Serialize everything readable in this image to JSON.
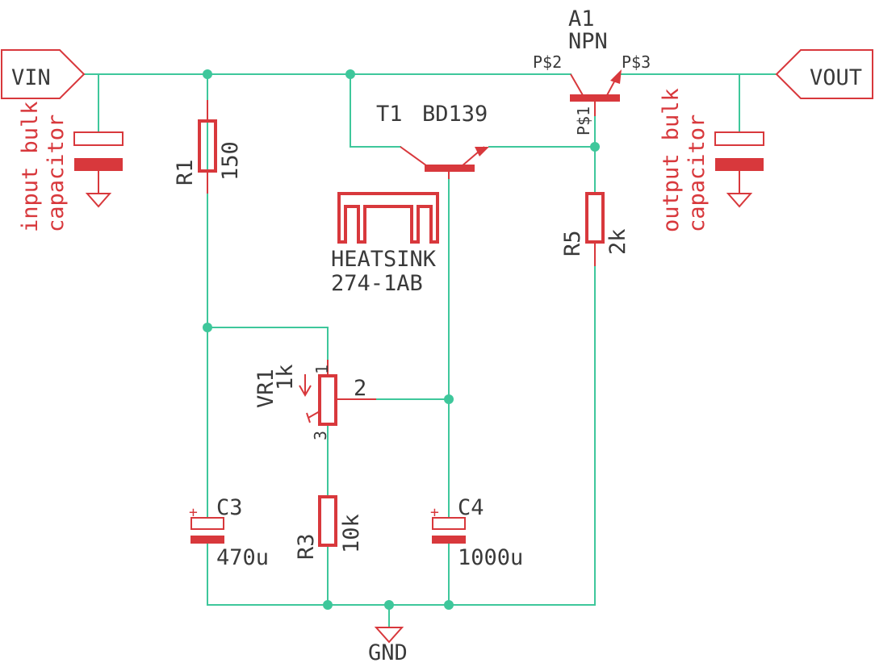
{
  "colors": {
    "wire": "#3ec79b",
    "part": "#d8383c",
    "text": "#3a3a3a",
    "background": "#ffffff"
  },
  "ports": {
    "vin": "VIN",
    "vout": "VOUT"
  },
  "transistors": {
    "t1": {
      "ref": "T1",
      "value": "BD139"
    },
    "a1": {
      "ref": "A1",
      "value": "NPN",
      "pin_base": "P$1",
      "pin_collector": "P$2",
      "pin_emitter": "P$3"
    }
  },
  "heatsink": {
    "label": "HEATSINK",
    "part": "274-1AB"
  },
  "resistors": {
    "r1": {
      "ref": "R1",
      "value": "150"
    },
    "r3": {
      "ref": "R3",
      "value": "10k"
    },
    "r5": {
      "ref": "R5",
      "value": "2k"
    }
  },
  "pot": {
    "ref": "VR1",
    "value": "1k",
    "pin1": "1",
    "pin2": "2",
    "pin3": "3"
  },
  "capacitors": {
    "c3": {
      "ref": "C3",
      "value": "470u",
      "polarity": "+"
    },
    "c4": {
      "ref": "C4",
      "value": "1000u",
      "polarity": "+"
    }
  },
  "notes": {
    "input_line1": "input bulk",
    "input_line2": "capacitor",
    "output_line1": "output bulk",
    "output_line2": "capacitor"
  },
  "ground": {
    "label": "GND"
  }
}
